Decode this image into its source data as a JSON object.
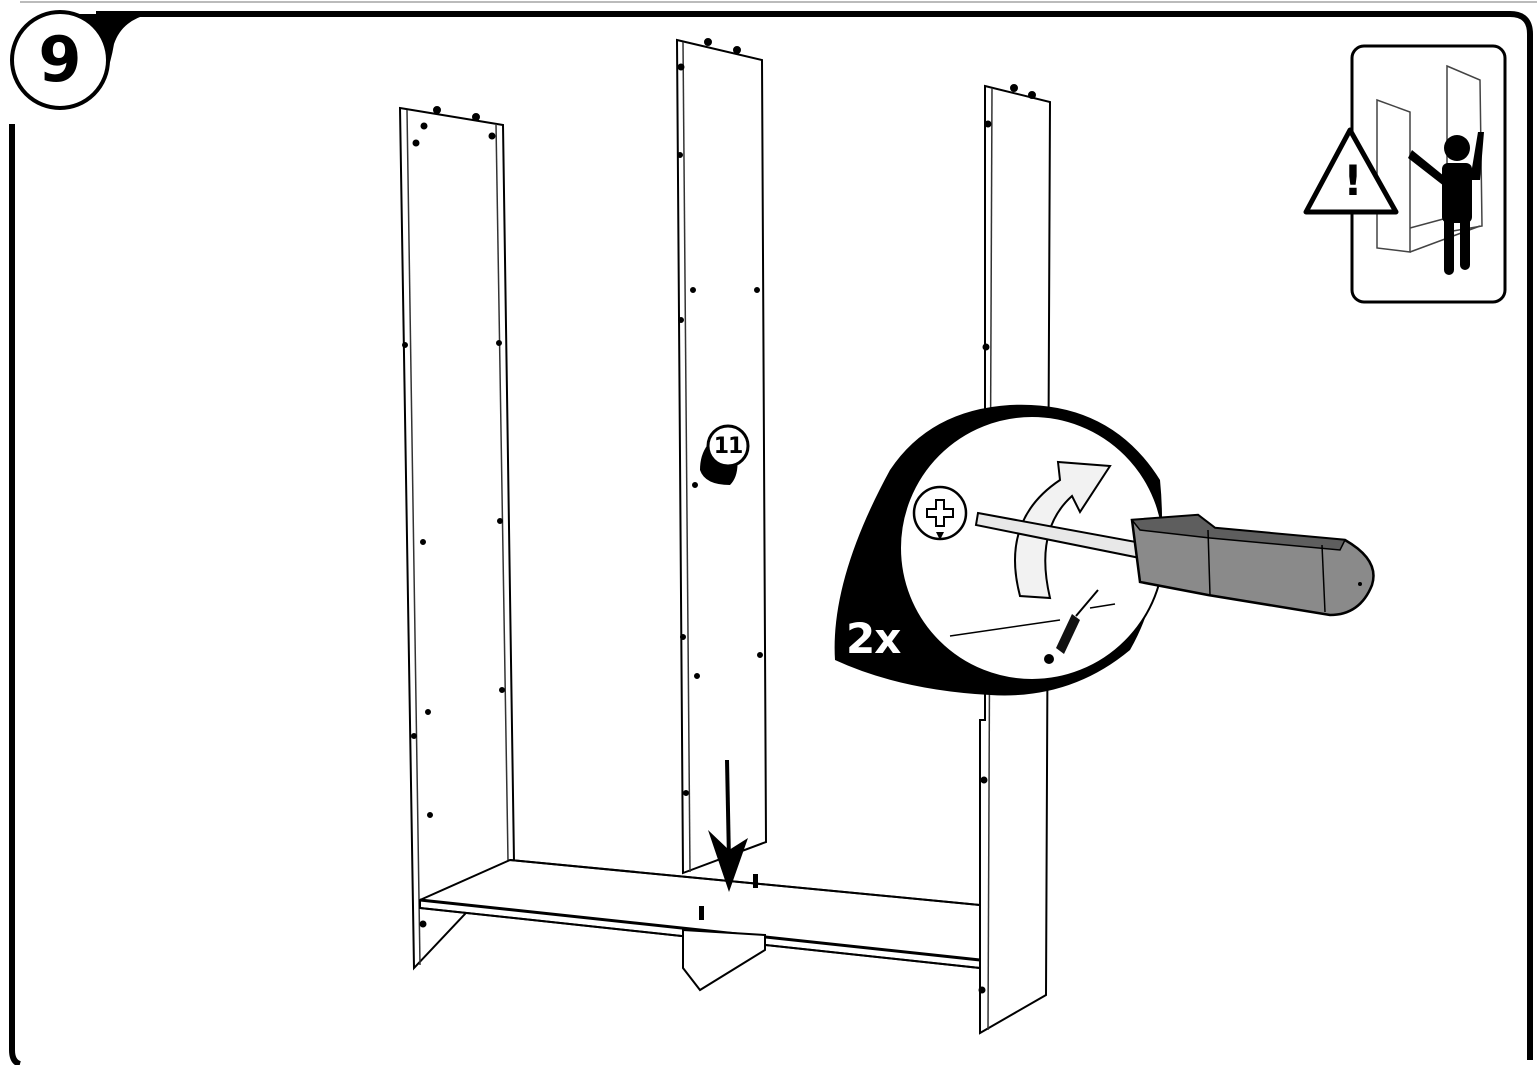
{
  "page": {
    "type": "furniture assembly instruction step",
    "step_number": "9",
    "background_color": "#ffffff",
    "line_color": "#000000"
  },
  "callouts": {
    "part_number": "11",
    "screw_quantity": "2x",
    "warning_symbol": "!"
  },
  "icons": {
    "step_badge": "step-number-circle",
    "warning": "warning-triangle-icon",
    "two_person_hint": "person-holding-panel-icon",
    "screw_head": "phillips-screw-head-icon",
    "screwdriver": "phillips-screwdriver-icon",
    "rotation_arrow": "clockwise-arrow-icon",
    "insertion_arrow": "down-arrow-icon"
  },
  "colors": {
    "outline": "#000000",
    "panel_fill": "#ffffff",
    "screwdriver_handle": "#8a8a8a",
    "screwdriver_handle_dark": "#5e5e5e",
    "screwdriver_shaft": "#e8e8e8",
    "panel_edge": "#555555"
  }
}
